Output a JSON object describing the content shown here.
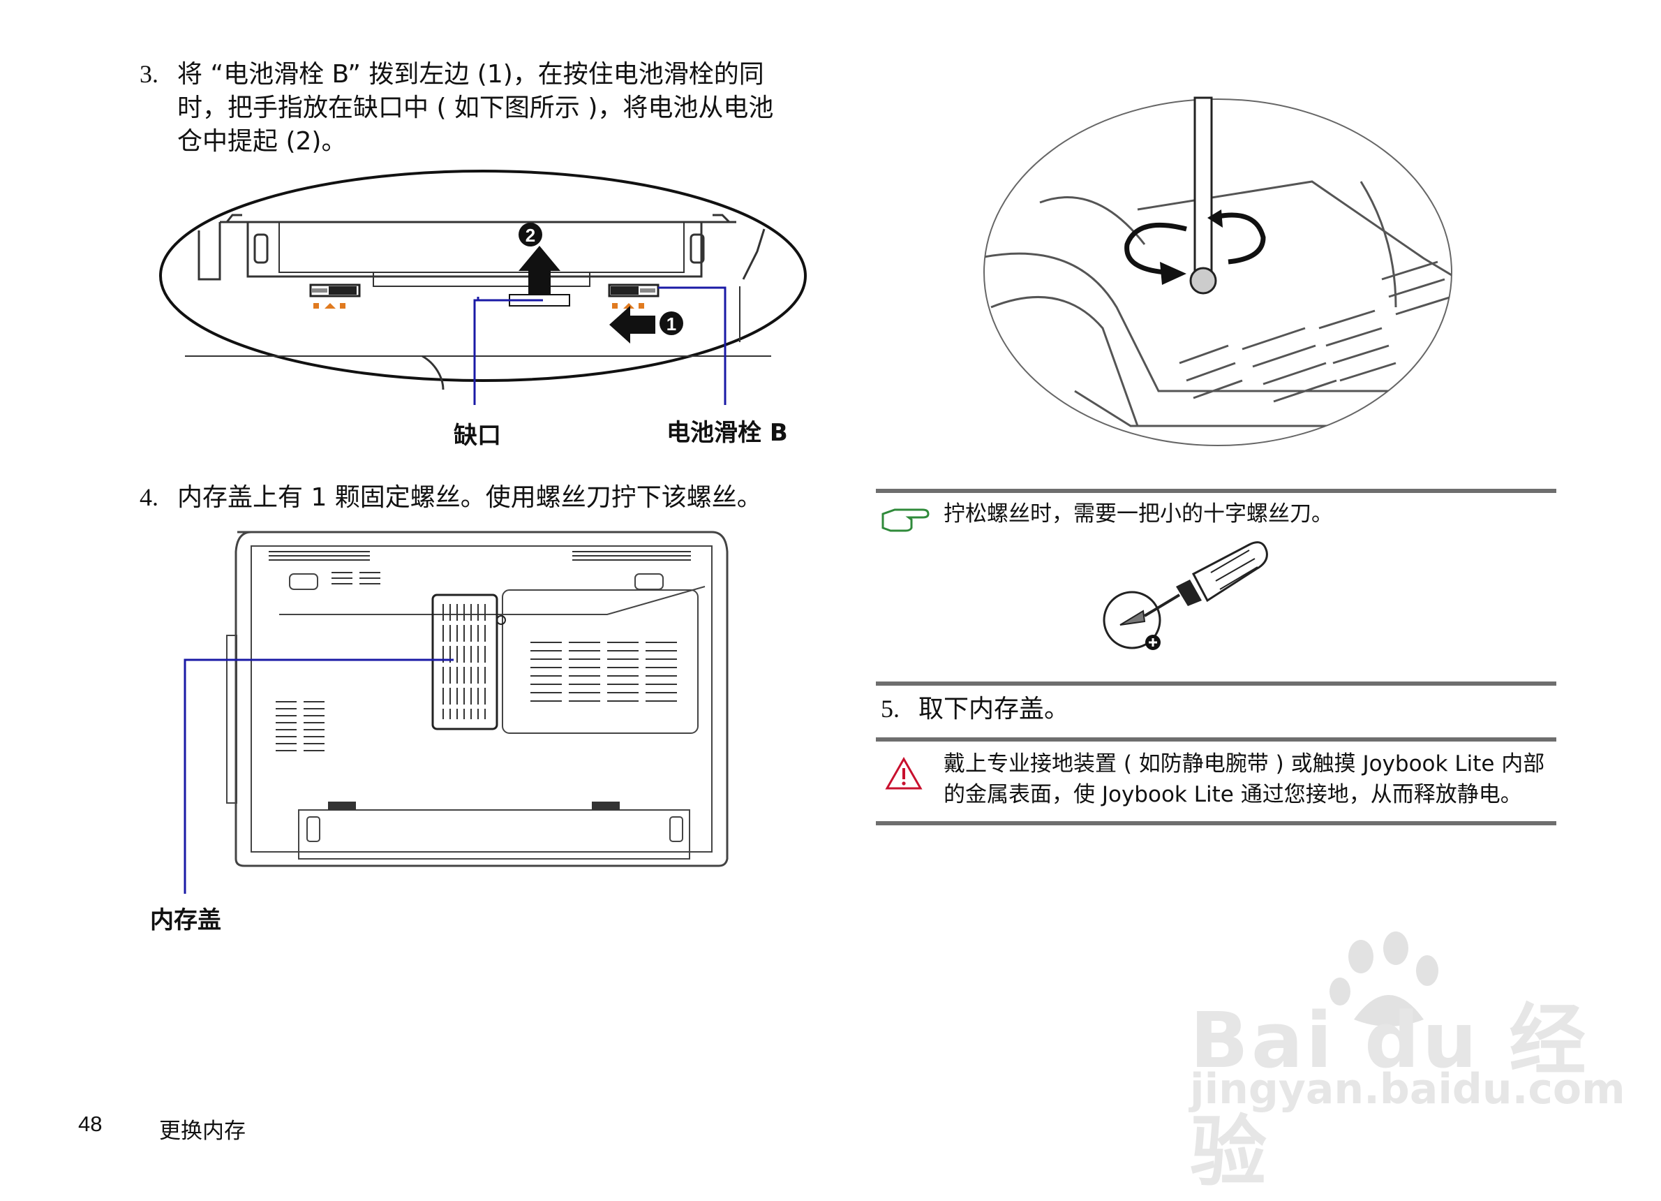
{
  "steps": {
    "s3": {
      "num": "3.",
      "line1": "将 “电池滑栓 B” 拨到左边 (1)，在按住电池滑栓的同",
      "line2": "时，把手指放在缺口中 ( 如下图所示 )，将电池从电池",
      "line3": "仓中提起 (2)。"
    },
    "s4": {
      "num": "4.",
      "text": "内存盖上有 1 颗固定螺丝。使用螺丝刀拧下该螺丝。"
    },
    "s5": {
      "num": "5.",
      "text": "取下内存盖。"
    }
  },
  "figure1": {
    "callout_notch": "缺口",
    "callout_latch": "电池滑栓 B",
    "marker_1": "1",
    "marker_2": "2"
  },
  "figure2": {
    "callout_cover": "内存盖"
  },
  "tip": {
    "text": "拧松螺丝时，需要一把小的十字螺丝刀。",
    "icon": "pointing-hand-icon"
  },
  "warning": {
    "line1": "戴上专业接地装置 ( 如防静电腕带 ) 或触摸 Joybook Lite 内部",
    "line2": "的金属表面，使 Joybook Lite 通过您接地，从而释放静电。",
    "icon": "warning-triangle-icon"
  },
  "footer": {
    "page_number": "48",
    "section": "更换内存"
  },
  "watermark": {
    "text": "Bai du 经验",
    "url_text": "jingyan.baidu.com"
  },
  "colors": {
    "callout_line": "#1a1aa6",
    "icon_green": "#2f8a3a",
    "warning_red": "#c8102e",
    "lock_orange": "#e07a1f"
  }
}
